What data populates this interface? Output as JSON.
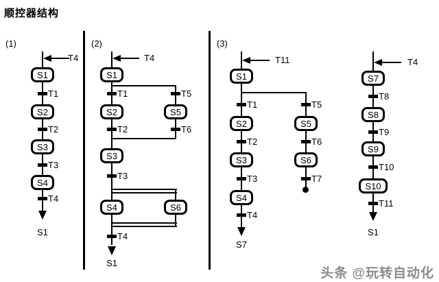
{
  "title": "顺控器结构",
  "watermark": "头条 @玩转自动化",
  "colors": {
    "line": "#000000",
    "background": "#ffffff",
    "watermark_gray": "#8d8d8d"
  },
  "icons": {
    "entry_arrow": "left-solid-arrow",
    "jump_arrow": "down-solid-arrow",
    "end_marker": "filled-dot",
    "transition_marker": "tick-bar"
  },
  "diagrams": {
    "d1": {
      "label": "(1)",
      "entry_transition": "T4",
      "steps": [
        "S1",
        "S2",
        "S3",
        "S4"
      ],
      "transitions": [
        "T1",
        "T2",
        "T3",
        "T4"
      ],
      "jump_target": "S1"
    },
    "d2": {
      "label": "(2)",
      "entry_transition": "T4",
      "top_step": "S1",
      "left_branch": {
        "transitions": [
          "T1",
          "T2"
        ],
        "step": "S2"
      },
      "right_branch": {
        "transitions": [
          "T5",
          "T6"
        ],
        "step": "S5"
      },
      "middle_step": "S3",
      "parallel_transition": "T3",
      "parallel_steps": [
        "S4",
        "S6"
      ],
      "exit_transition": "T4",
      "jump_target": "S1"
    },
    "d3": {
      "label": "(3)",
      "entry_transition": "T11",
      "top_step": "S1",
      "left_branch": {
        "steps": [
          "S2",
          "S3",
          "S4"
        ],
        "transitions": [
          "T1",
          "T2",
          "T3",
          "T4"
        ]
      },
      "right_branch": {
        "steps": [
          "S5",
          "S6"
        ],
        "transitions": [
          "T5",
          "T6",
          "T7"
        ]
      },
      "jump_target": "S7"
    },
    "d4": {
      "entry_transition": "T4",
      "steps": [
        "S7",
        "S8",
        "S9",
        "S10"
      ],
      "transitions": [
        "T8",
        "T9",
        "T10",
        "T11"
      ],
      "jump_target": "S1"
    }
  }
}
